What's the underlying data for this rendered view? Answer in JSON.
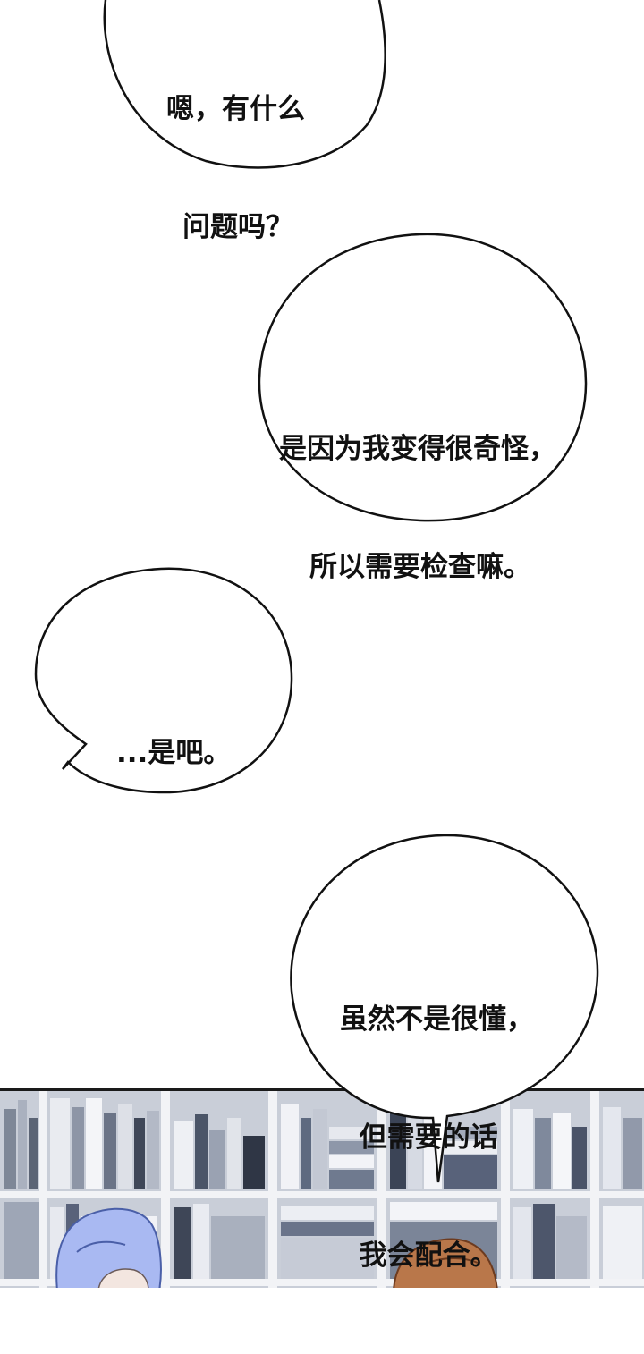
{
  "bubbles": [
    {
      "id": "bubble-1",
      "lines": [
        "嗯，有什么",
        "问题吗？"
      ]
    },
    {
      "id": "bubble-2",
      "lines": [
        "是因为我变得很奇怪，",
        "所以需要检查嘛。"
      ]
    },
    {
      "id": "bubble-3",
      "lines": [
        "...是吧。"
      ]
    },
    {
      "id": "bubble-4",
      "lines": [
        "虽然不是很懂，",
        "  但需要的话",
        "  我会配合。"
      ]
    }
  ],
  "panel": {
    "background_color": "#c9ced8",
    "shelf_color": "#f2f3f6",
    "left_character_hair_color": "#a9b9f2",
    "right_character_hair_color": "#b9774a"
  }
}
